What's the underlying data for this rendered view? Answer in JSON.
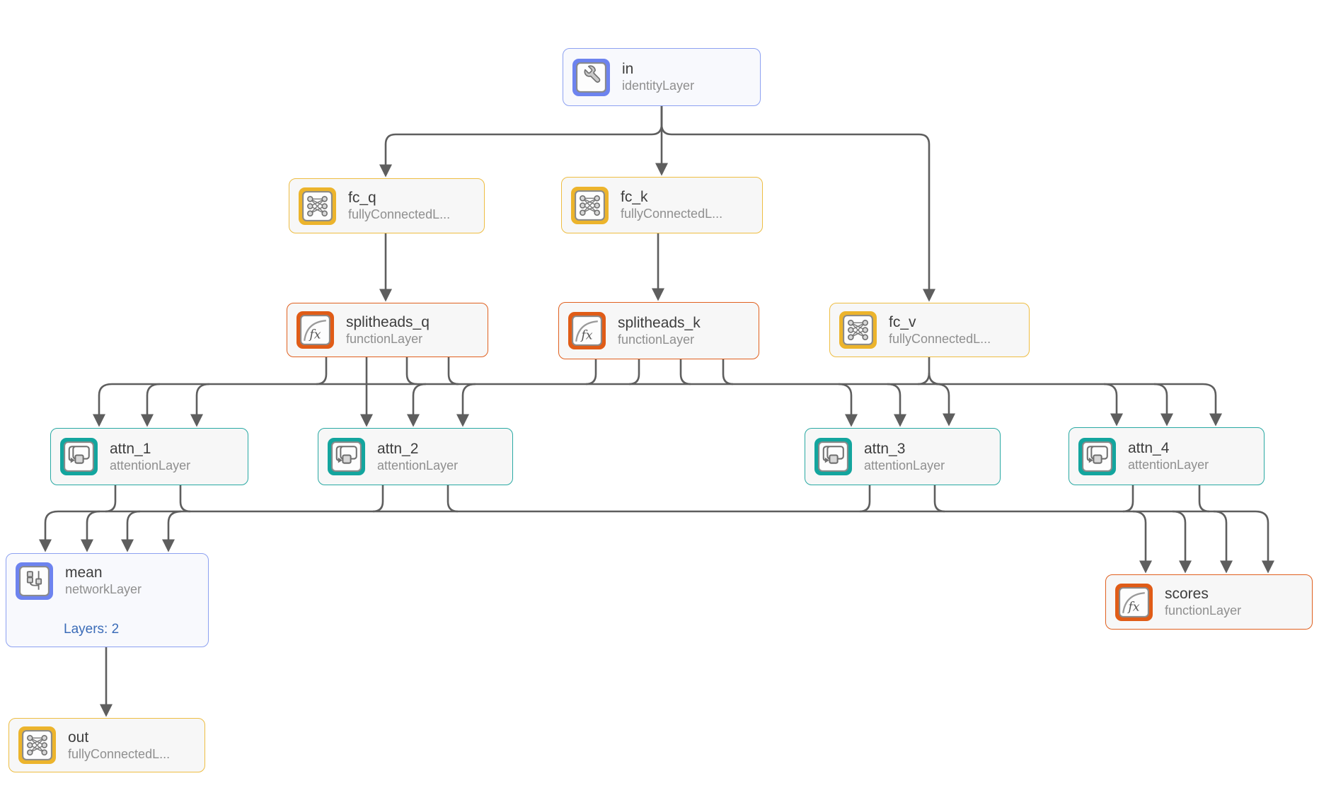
{
  "nodes": {
    "in": {
      "name": "in",
      "type": "identityLayer"
    },
    "fc_q": {
      "name": "fc_q",
      "type": "fullyConnectedL..."
    },
    "fc_k": {
      "name": "fc_k",
      "type": "fullyConnectedL..."
    },
    "splitheads_q": {
      "name": "splitheads_q",
      "type": "functionLayer"
    },
    "splitheads_k": {
      "name": "splitheads_k",
      "type": "functionLayer"
    },
    "fc_v": {
      "name": "fc_v",
      "type": "fullyConnectedL..."
    },
    "attn_1": {
      "name": "attn_1",
      "type": "attentionLayer"
    },
    "attn_2": {
      "name": "attn_2",
      "type": "attentionLayer"
    },
    "attn_3": {
      "name": "attn_3",
      "type": "attentionLayer"
    },
    "attn_4": {
      "name": "attn_4",
      "type": "attentionLayer"
    },
    "mean": {
      "name": "mean",
      "type": "networkLayer",
      "badge": "Layers: 2"
    },
    "scores": {
      "name": "scores",
      "type": "functionLayer"
    },
    "out": {
      "name": "out",
      "type": "fullyConnectedL..."
    }
  },
  "edges": [
    {
      "from": "in",
      "to": "fc_q"
    },
    {
      "from": "in",
      "to": "fc_k"
    },
    {
      "from": "in",
      "to": "fc_v"
    },
    {
      "from": "fc_q",
      "to": "splitheads_q"
    },
    {
      "from": "fc_k",
      "to": "splitheads_k"
    },
    {
      "from": "splitheads_q",
      "to": "attn_1"
    },
    {
      "from": "splitheads_q",
      "to": "attn_2"
    },
    {
      "from": "splitheads_q",
      "to": "attn_3"
    },
    {
      "from": "splitheads_q",
      "to": "attn_4"
    },
    {
      "from": "splitheads_k",
      "to": "attn_1"
    },
    {
      "from": "splitheads_k",
      "to": "attn_2"
    },
    {
      "from": "splitheads_k",
      "to": "attn_3"
    },
    {
      "from": "splitheads_k",
      "to": "attn_4"
    },
    {
      "from": "fc_v",
      "to": "attn_1"
    },
    {
      "from": "fc_v",
      "to": "attn_2"
    },
    {
      "from": "fc_v",
      "to": "attn_3"
    },
    {
      "from": "fc_v",
      "to": "attn_4"
    },
    {
      "from": "attn_1",
      "to": "mean"
    },
    {
      "from": "attn_2",
      "to": "mean"
    },
    {
      "from": "attn_3",
      "to": "mean"
    },
    {
      "from": "attn_4",
      "to": "mean"
    },
    {
      "from": "attn_1",
      "to": "scores"
    },
    {
      "from": "attn_2",
      "to": "scores"
    },
    {
      "from": "attn_3",
      "to": "scores"
    },
    {
      "from": "attn_4",
      "to": "scores"
    },
    {
      "from": "mean",
      "to": "out"
    }
  ],
  "colors": {
    "blue_icon": "#6d83ef",
    "blue_border": "#8da1f1",
    "yellow_icon": "#ecb42c",
    "yellow_border": "#eebd42",
    "orange_icon": "#e05c17",
    "orange_border": "#e0601f",
    "teal_icon": "#13a59e",
    "teal_border": "#29a9a3",
    "edge": "#5e5e5e",
    "badge_text": "#3b6cb8"
  }
}
